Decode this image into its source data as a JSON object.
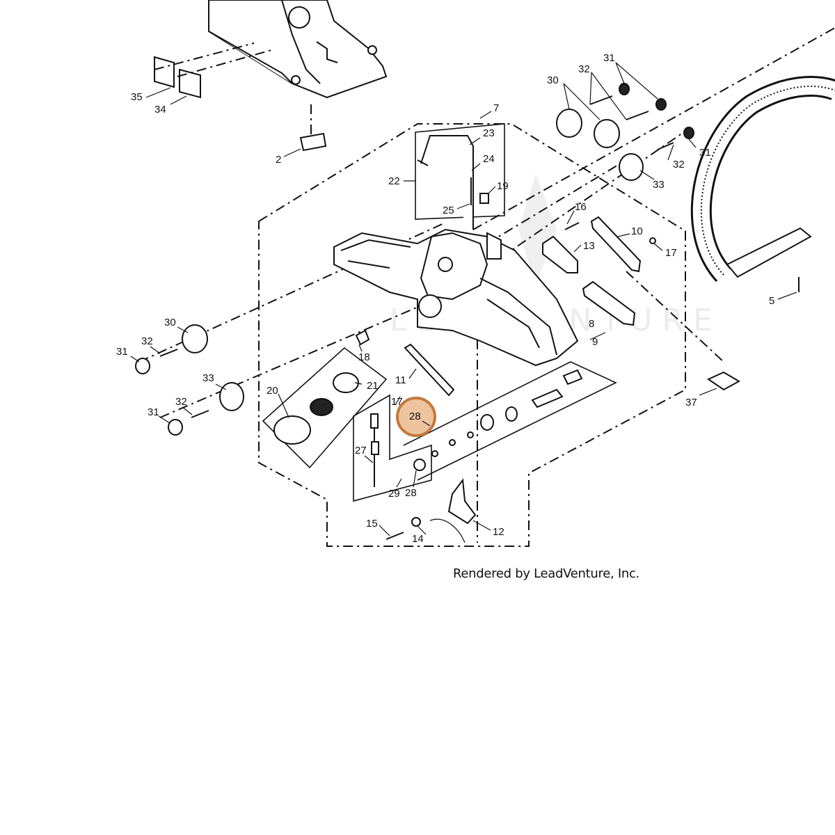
{
  "credit": "Rendered by LeadVenture, Inc.",
  "watermark": "LEADVENTURE",
  "highlight": {
    "label": "28",
    "color": "#e09450"
  },
  "callouts": [
    {
      "id": "c35",
      "text": "35"
    },
    {
      "id": "c34",
      "text": "34"
    },
    {
      "id": "c2",
      "text": "2"
    },
    {
      "id": "c7",
      "text": "7"
    },
    {
      "id": "c23",
      "text": "23"
    },
    {
      "id": "c24",
      "text": "24"
    },
    {
      "id": "c22",
      "text": "22"
    },
    {
      "id": "c25",
      "text": "25"
    },
    {
      "id": "c19",
      "text": "19"
    },
    {
      "id": "c30a",
      "text": "30"
    },
    {
      "id": "c32a",
      "text": "32"
    },
    {
      "id": "c31a",
      "text": "31"
    },
    {
      "id": "c31b",
      "text": "31"
    },
    {
      "id": "c32b",
      "text": "32"
    },
    {
      "id": "c33a",
      "text": "33"
    },
    {
      "id": "c16",
      "text": "16"
    },
    {
      "id": "c13",
      "text": "13"
    },
    {
      "id": "c10",
      "text": "10"
    },
    {
      "id": "c17a",
      "text": "17"
    },
    {
      "id": "c8",
      "text": "8"
    },
    {
      "id": "c9",
      "text": "9"
    },
    {
      "id": "c5",
      "text": "5"
    },
    {
      "id": "c37",
      "text": "37"
    },
    {
      "id": "c30b",
      "text": "30"
    },
    {
      "id": "c32c",
      "text": "32"
    },
    {
      "id": "c31c",
      "text": "31"
    },
    {
      "id": "c33b",
      "text": "33"
    },
    {
      "id": "c32d",
      "text": "32"
    },
    {
      "id": "c31d",
      "text": "31"
    },
    {
      "id": "c18",
      "text": "18"
    },
    {
      "id": "c20",
      "text": "20"
    },
    {
      "id": "c21",
      "text": "21"
    },
    {
      "id": "c11",
      "text": "11"
    },
    {
      "id": "c17b",
      "text": "17"
    },
    {
      "id": "c27",
      "text": "27"
    },
    {
      "id": "c29",
      "text": "29"
    },
    {
      "id": "c28b",
      "text": "28"
    },
    {
      "id": "c15",
      "text": "15"
    },
    {
      "id": "c14",
      "text": "14"
    },
    {
      "id": "c12",
      "text": "12"
    }
  ]
}
